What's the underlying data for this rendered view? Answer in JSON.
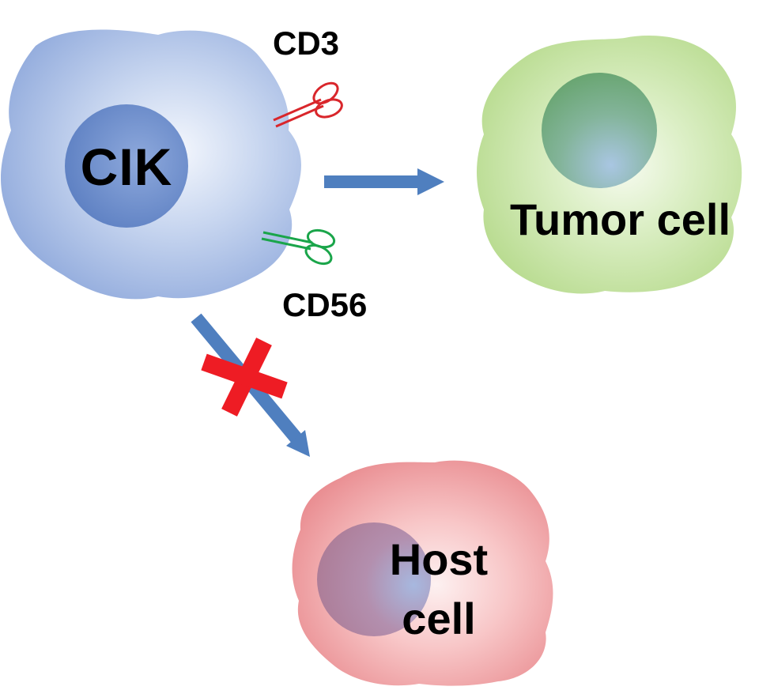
{
  "labels": {
    "cik": "CIK",
    "cd3": "CD3",
    "cd56": "CD56",
    "tumor_cell": "Tumor cell",
    "host_cell_line1": "Host",
    "host_cell_line2": "cell"
  },
  "colors": {
    "cik_body": "#a8bde4",
    "cik_nucleus": "#6c8fcd",
    "tumor_body": "#c6e3a1",
    "tumor_nucleus": "#7fb585",
    "host_body": "#f2a8aa",
    "host_nucleus": "#b88aa6",
    "arrow": "#4f7fbf",
    "cross": "#ee1c24",
    "cd3_receptor": "#d9262b",
    "cd56_receptor": "#1aa54a"
  },
  "icons": {
    "cd3": "scissors-receptor-icon",
    "cd56": "scissors-receptor-icon",
    "blocked": "red-cross-icon"
  }
}
